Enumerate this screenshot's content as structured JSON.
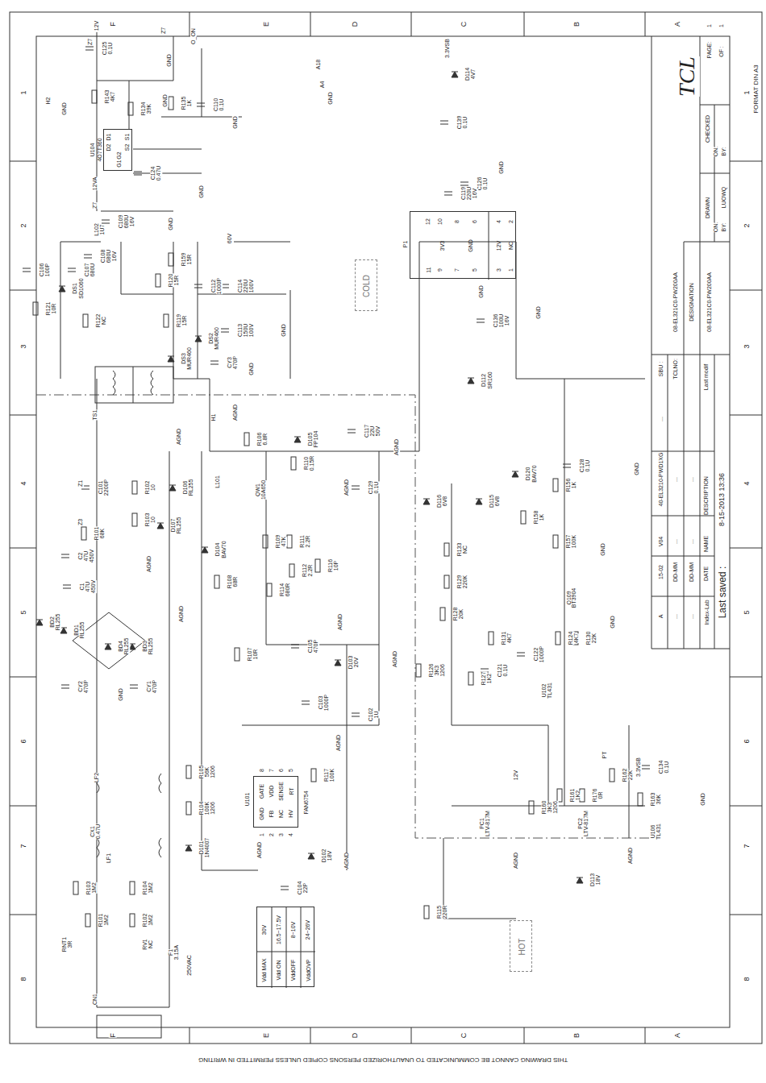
{
  "diagram": {
    "nodes": [
      {
        "text": [
          "U104",
          "4O7T360",
          "D1",
          "D2",
          "S1",
          "S2",
          "G1",
          "G2"
        ]
      },
      {
        "text": [
          "P1",
          "3V3",
          "GND",
          "12V",
          "NC",
          "11",
          "12",
          "9",
          "10",
          "7",
          "8",
          "6",
          "5",
          "4",
          "3",
          "2",
          "1"
        ]
      },
      {
        "text": [
          "COLD"
        ]
      },
      {
        "text": [
          "U101",
          "FAN6754",
          "GND",
          "FB",
          "NC",
          "HV",
          "GATE",
          "VDD",
          "SENSE",
          "RT",
          "1",
          "2",
          "3",
          "4",
          "8",
          "7",
          "6",
          "5"
        ]
      },
      {
        "text": [
          "Vdd MAX",
          "30V",
          "Vdd ON",
          "16.5~17.5V",
          "VddOFF",
          "8~10V",
          "VddOVP",
          "24~26V"
        ]
      },
      {
        "text": [
          "HOT"
        ]
      }
    ],
    "labels": [
      "F",
      "E",
      "D",
      "C",
      "B",
      "A",
      "F",
      "E",
      "D",
      "C",
      "B",
      "A",
      "1",
      "2",
      "3",
      "4",
      "5",
      "6",
      "7",
      "8",
      "1",
      "2",
      "3",
      "4",
      "5",
      "6",
      "7",
      "8",
      "THIS DRAWING CANNOT BE COMMUNICATED TO UNAUTHORIZED PERSONS COPIED UNLESS PERMITTED IN WRITING",
      "12V",
      "Z7",
      "C125",
      "0.1U",
      "Z7",
      "GND",
      "O_ON",
      "H2",
      "GND",
      "R143",
      "4K7",
      "R134",
      "39K",
      "GND",
      "R135",
      "1K",
      "C110",
      "0.1U",
      "GND",
      "A4",
      "A18",
      "GND",
      "12VA",
      "C124",
      "0.47U",
      "GND",
      "Z7",
      "GND",
      "L102",
      "1U7",
      "C109",
      "680U",
      "16V",
      "C108",
      "680U",
      "16V",
      "C106",
      "100P",
      "C107",
      "680U",
      "R121",
      "10R",
      "DS1",
      "SD1060",
      "R122",
      "NC",
      "R159",
      "15R",
      "R120",
      "15R",
      "R119",
      "15R",
      "C112",
      "1000P",
      "60V",
      "C114",
      "220U",
      "100V",
      "GND",
      "C113",
      "150U",
      "100V",
      "DS2",
      "MUR460",
      "DS3",
      "MUR460",
      "GND",
      "CY3",
      "470P",
      "TS1",
      "H1",
      "AGND",
      "AGND",
      "R106",
      "6.8R",
      "D105",
      "FP104",
      "C117",
      "22U",
      "50V",
      "AGND",
      "C129",
      "0.1U",
      "Z1",
      "C101",
      "2200P",
      "R102",
      "10",
      "R103",
      "10",
      "R101",
      "68K",
      "D106",
      "RL255",
      "D107",
      "RL255",
      "L101",
      "QW1",
      "10A650",
      "R110",
      "0.15R",
      "AGND",
      "R109",
      "47K",
      "R111",
      "2.2R",
      "R112",
      "2.2R",
      "D104",
      "BAV70",
      "R108",
      "68R",
      "R114",
      "680R",
      "R116",
      "10P",
      "Z3",
      "C2",
      "47U",
      "450V",
      "C1",
      "47U",
      "450V",
      "AGND",
      "BD2",
      "RL255",
      "BD1",
      "RL255",
      "BD4",
      "RL255",
      "BD3",
      "RL255",
      "AGND",
      "CY2",
      "470P",
      "GND",
      "CY1",
      "470P",
      "R107",
      "10R",
      "C105",
      "470P",
      "AGND",
      "D103",
      "20V",
      "AGND",
      "C103",
      "1000P",
      "C102",
      "1U",
      "AGND",
      "LF2",
      "R105",
      "56K",
      "1206",
      "R104",
      "100K",
      "1206",
      "CX1",
      "0.47U",
      "LF1",
      "D101",
      "1N4007",
      "R117",
      "100K",
      "D102",
      "18V",
      "C104",
      "22P",
      "AGND",
      "AGND",
      "R103",
      "1M2",
      "R101",
      "1M2",
      "R104",
      "1M2",
      "R102",
      "1M2",
      "RV1",
      "NC",
      "RNT1",
      "3R",
      "F1",
      "3.15A",
      "250VAC",
      "CN1",
      "R115",
      "220R",
      "3.3VSB",
      "D114",
      "4V7",
      "C139",
      "0.1U",
      "C126",
      "0.1U",
      "C119",
      "220U",
      "16V",
      "GND",
      "GND",
      "C136",
      "100U",
      "16V",
      "GND",
      "D112",
      "SR160",
      "D116",
      "6V8",
      "D115",
      "6V8",
      "D120",
      "BAV70",
      "R158",
      "1K",
      "R156",
      "1K",
      "C128",
      "0.1U",
      "GND",
      "R157",
      "100K",
      "Q109",
      "BT3904",
      "GND",
      "R133",
      "NC",
      "R129",
      "220K",
      "R128",
      "20K",
      "R131",
      "4K7",
      "R126",
      "3K3",
      "1206",
      "R127",
      "1K2",
      "C121",
      "0.1U",
      "C122",
      "1000P",
      "U102",
      "TL431",
      "R130",
      "22K",
      "R124",
      "4K7",
      "GND",
      "12V",
      "PC1",
      "LTV-817M",
      "AGND",
      "R160",
      "3K3",
      "1206",
      "R161",
      "1K2",
      "R176",
      "0R",
      "PT",
      "3.3VSB",
      "R162",
      "22K",
      "C134",
      "0.1U",
      "R163",
      "36K",
      "U106",
      "TL431",
      "GND",
      "PC2",
      "LTV-817M",
      "D113",
      "18V",
      "AGND",
      "TCL",
      "PAGE:",
      "1",
      "OF :",
      "1",
      "CHECKED",
      "ON:",
      "BY:",
      "DRAWN",
      "ON:",
      "BY:",
      "LUOWQ",
      "DESIGNATION",
      "08-EL321C0-PW200AA",
      "SBU :",
      "TCLNO:",
      "08-EL321C0-PW200AA",
      "A",
      "15-02",
      "V04",
      "40-EL3210-PWD1XG",
      "...",
      "...",
      "DD-MM",
      "...",
      "...",
      "...",
      "DD-MM",
      "...",
      "...",
      "Index-Lab",
      "DATE",
      "NAME",
      "DESCRIPTION",
      "Last modif",
      "Last saved :",
      "8-15-2013 13:36",
      "FORMAT DIN A3"
    ]
  }
}
